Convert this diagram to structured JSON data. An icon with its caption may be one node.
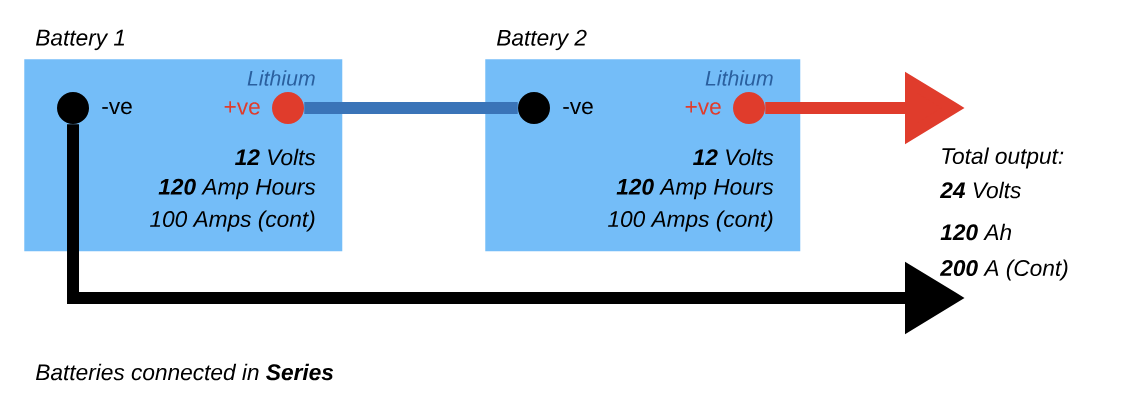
{
  "diagram": {
    "caption": "Batteries connected in **Series**",
    "nodes": [
      {
        "text": [
          "Battery 1",
          "Lithium",
          "**12** Volts",
          "**120** Amp Hours",
          "100 Amps (cont)"
        ]
      },
      {
        "text": [],
        "shape": "circle",
        "in": 0,
        "beside": [
          "-ve"
        ]
      },
      {
        "text": [],
        "shape": "circle",
        "in": 0,
        "beside": [
          "+ve"
        ]
      },
      {
        "text": [
          "Battery 2",
          "Lithium",
          "**12** Volts",
          "**120** Amp Hours",
          "100 Amps (cont)"
        ]
      },
      {
        "text": [],
        "shape": "circle",
        "in": 3,
        "beside": [
          "-ve"
        ]
      },
      {
        "text": [],
        "shape": "circle",
        "in": 3,
        "beside": [
          "+ve"
        ]
      }
    ],
    "edges": [
      {
        "from": 2,
        "to": 4,
        "arrow": "none",
        "color": "#3a74b8"
      },
      {
        "from": 5,
        "to": null,
        "arrow": "to",
        "color": "#e03c2c"
      },
      {
        "from": 1,
        "to": null,
        "arrow": "to",
        "color": "#000000"
      }
    ],
    "labels": [
      "Total output:",
      "**24** Volts",
      "**120** Ah",
      "**200** A (Cont)"
    ]
  }
}
